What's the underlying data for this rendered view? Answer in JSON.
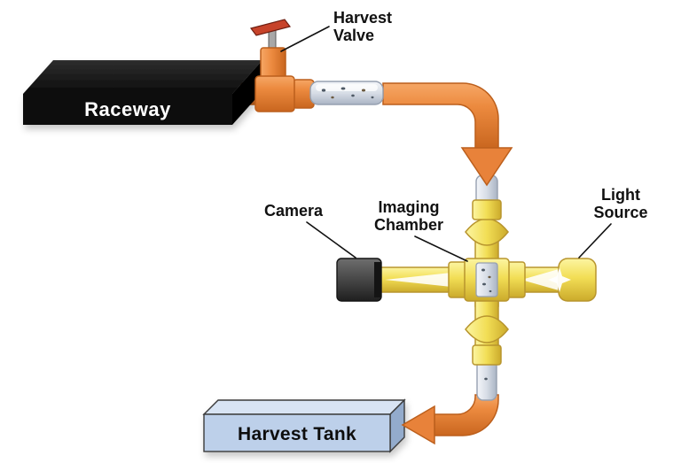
{
  "diagram": {
    "labels": {
      "raceway": "Raceway",
      "harvest_valve_line1": "Harvest",
      "harvest_valve_line2": "Valve",
      "camera": "Camera",
      "imaging_chamber_line1": "Imaging",
      "imaging_chamber_line2": "Chamber",
      "light_source_line1": "Light",
      "light_source_line2": "Source",
      "harvest_tank": "Harvest Tank"
    },
    "palette": {
      "pipe_orange": "#E8823A",
      "pipe_orange_dark": "#BC5F1C",
      "chamber_yellow": "#F2DE55",
      "chamber_yellow_dark": "#B8952E",
      "glass": "#D7DDE6",
      "raceway_black": "#111111",
      "tank_blue": "#BDD0EA",
      "label_text": "#111111",
      "raceway_text": "#FFFFFF"
    }
  }
}
